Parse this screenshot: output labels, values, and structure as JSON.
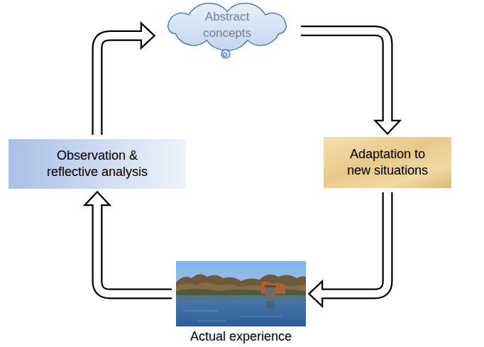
{
  "diagram": {
    "nodes": [
      {
        "text": [
          "Abstract concepts"
        ]
      },
      {
        "text": [
          "Adaptation to new situations"
        ]
      },
      {
        "text": [
          "Actual experience"
        ]
      },
      {
        "text": [
          "Observation & reflective analysis"
        ]
      }
    ],
    "edges": [
      {
        "from": 0,
        "to": 1,
        "arrow": "to"
      },
      {
        "from": 1,
        "to": 2,
        "arrow": "to"
      },
      {
        "from": 2,
        "to": 3,
        "arrow": "to"
      },
      {
        "from": 3,
        "to": 0,
        "arrow": "to"
      }
    ]
  }
}
